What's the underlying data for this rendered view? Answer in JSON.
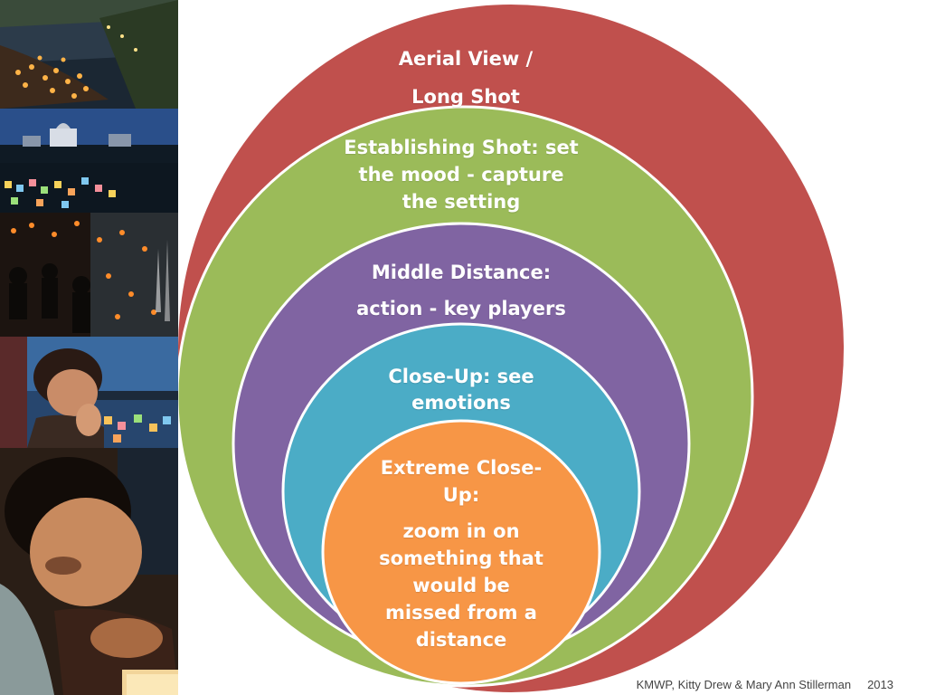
{
  "photos": [
    {
      "name": "photo-lanterns-river-night"
    },
    {
      "name": "photo-lanterns-dome"
    },
    {
      "name": "photo-crowd-lanterns"
    },
    {
      "name": "photo-child-praying"
    },
    {
      "name": "photo-boy-lantern-closeup"
    }
  ],
  "rings": {
    "aerial": {
      "line1": "Aerial View /",
      "line2": "Long Shot",
      "color": "#c0504d"
    },
    "establishing": {
      "line1": "Establishing Shot: set",
      "line2": "the mood - capture",
      "line3": "the setting",
      "color": "#9bbb59"
    },
    "middle": {
      "line1": "Middle Distance:",
      "line2": "action - key players",
      "color": "#8064a2"
    },
    "closeup": {
      "line1": "Close-Up: see",
      "line2": "emotions",
      "color": "#4bacc6"
    },
    "extreme": {
      "line1": "Extreme Close-",
      "line2": "Up:",
      "line3": "zoom in on",
      "line4": "something that",
      "line5": "would be",
      "line6": "missed from a",
      "line7": "distance",
      "color": "#f79646"
    }
  },
  "footer": {
    "credit": "KMWP, Kitty Drew & Mary Ann Stillerman",
    "year": "2013"
  }
}
